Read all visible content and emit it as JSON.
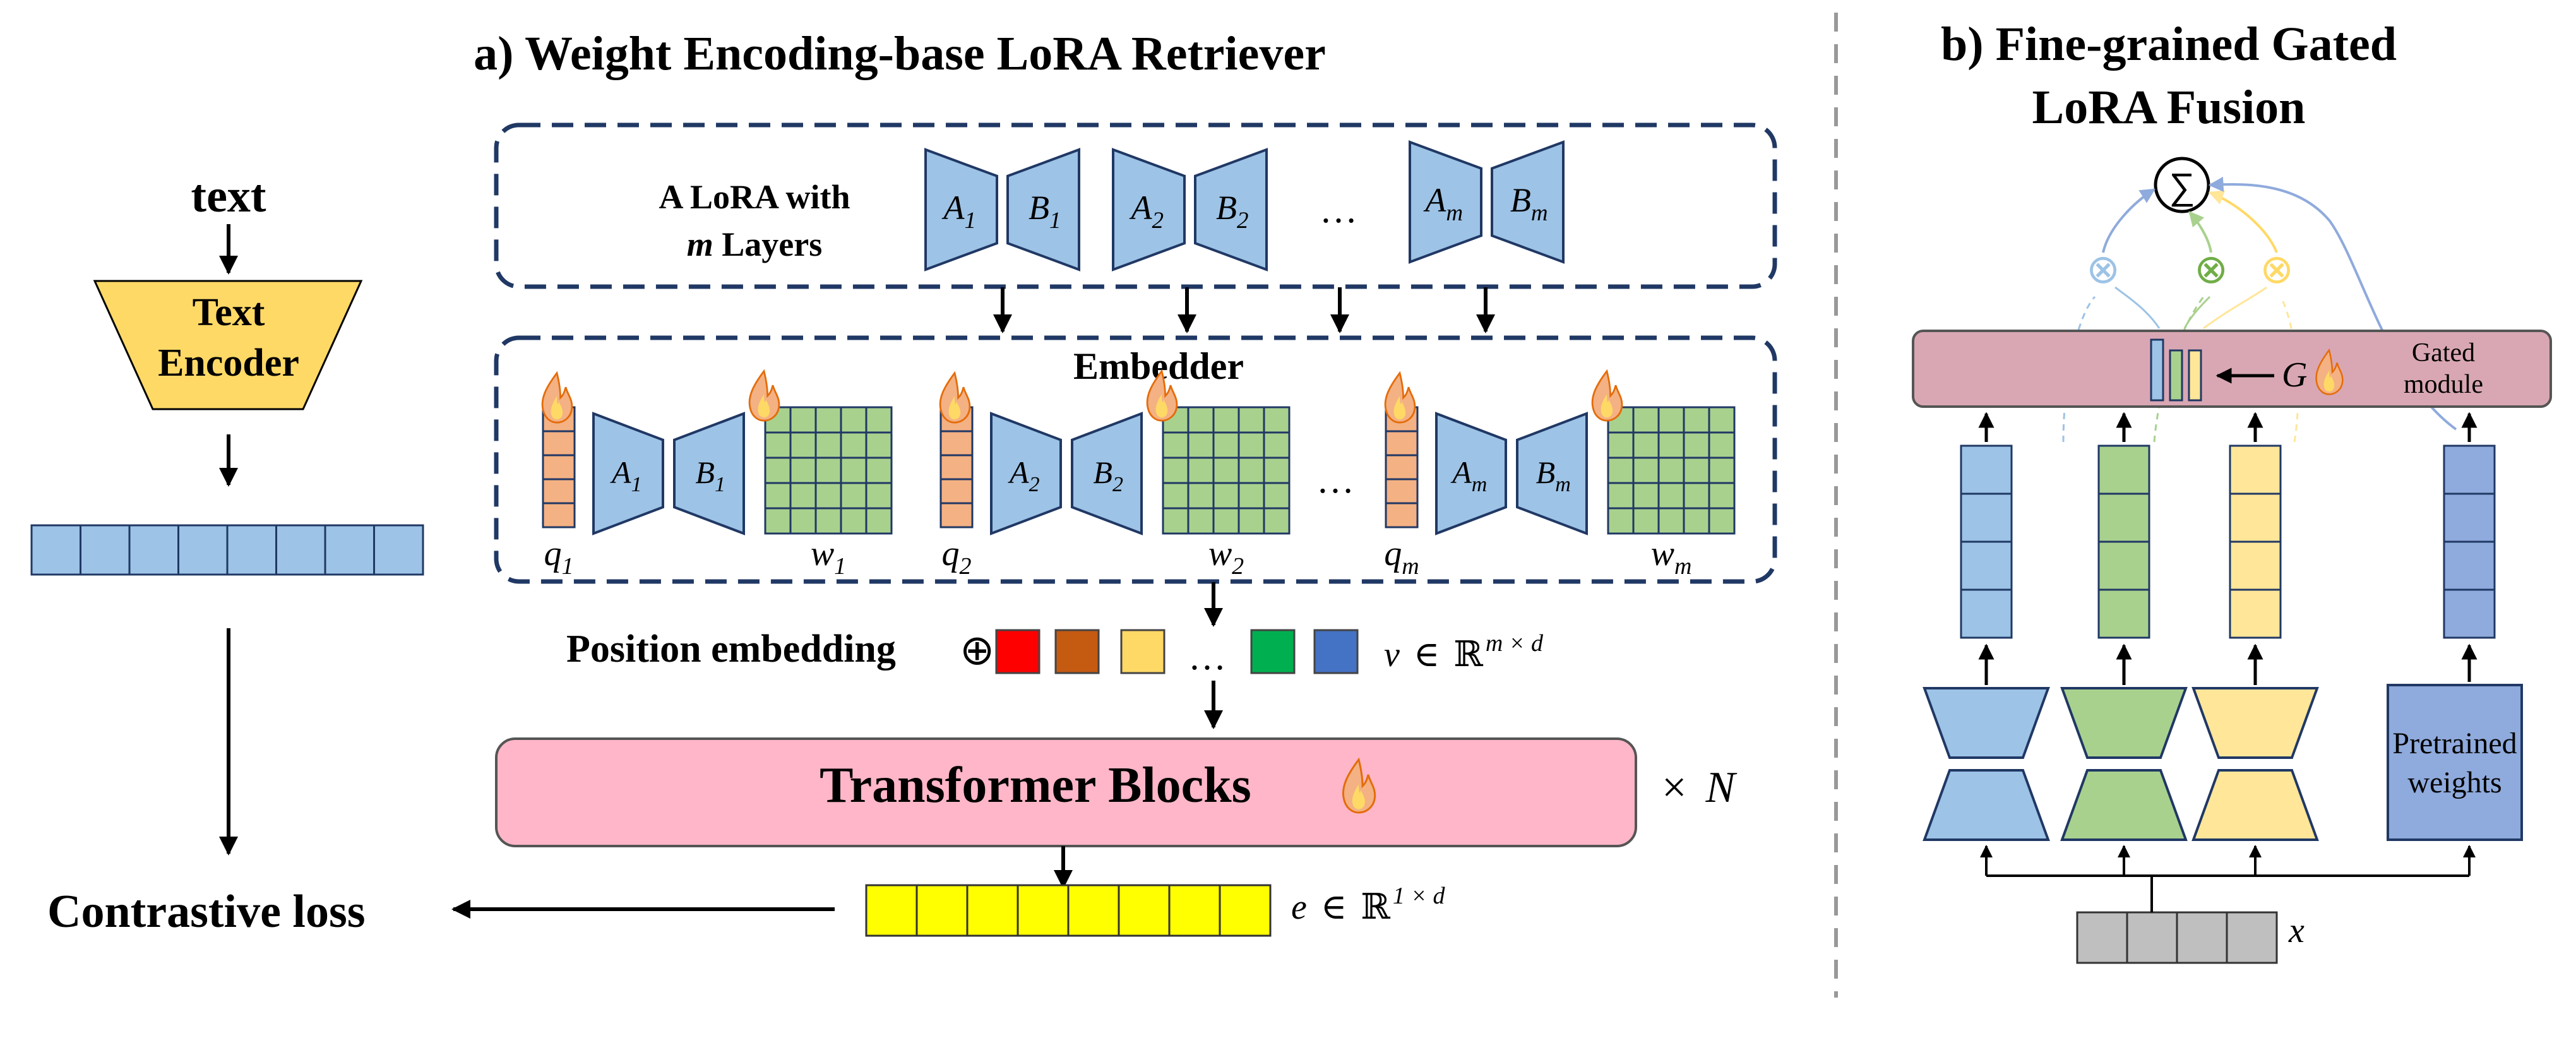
{
  "panel_a": {
    "title": "a) Weight Encoding-base LoRA Retriever",
    "lora_box": {
      "label_line1": "A LoRA with",
      "label_line2_var": "m",
      "label_line2_rest": " Layers",
      "ellipsis": "…",
      "layers": [
        {
          "a": "A",
          "b": "B",
          "sub": "1"
        },
        {
          "a": "A",
          "b": "B",
          "sub": "2"
        },
        {
          "a": "A",
          "b": "B",
          "sub": "m"
        }
      ]
    },
    "embedder": {
      "title": "Embedder",
      "ellipsis": "…",
      "groups": [
        {
          "q": "q",
          "w": "w",
          "a": "A",
          "b": "B",
          "sub": "1"
        },
        {
          "q": "q",
          "w": "w",
          "a": "A",
          "b": "B",
          "sub": "2"
        },
        {
          "q": "q",
          "w": "w",
          "a": "A",
          "b": "B",
          "sub": "m"
        }
      ]
    },
    "position_embedding": {
      "label": "Position embedding",
      "oplus": "⊕",
      "ellipsis": "…",
      "swatch_colors": [
        "#ff0000",
        "#c55a11",
        "#ffd966",
        "#00b050",
        "#4472c4"
      ],
      "v": "v",
      "in": "∈",
      "R": "ℝ",
      "sup": "m × d"
    },
    "transformer": {
      "label": "Transformer Blocks",
      "times": "×",
      "n": "N"
    },
    "output": {
      "e": "e",
      "in": "∈",
      "R": "ℝ",
      "sup": "1 × d"
    }
  },
  "left": {
    "text_label": "text",
    "encoder_line1": "Text",
    "encoder_line2": "Encoder",
    "loss_label": "Contrastive loss"
  },
  "panel_b": {
    "title_line1": "b) Fine-grained Gated",
    "title_line2": "LoRA Fusion",
    "sum_symbol": "∑",
    "otimes": "⊗",
    "gated_line1": "Gated",
    "gated_line2": "module",
    "g_label": "G",
    "pretrained_line1": "Pretrained",
    "pretrained_line2": "weights",
    "x_label": "x"
  },
  "colors": {
    "blue_fill": "#9dc3e6",
    "blue_dark": "#8faadc",
    "green_fill": "#a9d18e",
    "yellow_fill": "#ffe699",
    "orange_fill": "#f4b183",
    "navy": "#203864",
    "pink_fill": "#ffb6c8",
    "gated_fill": "#d9a7b3",
    "encoder_fill": "#ffd966",
    "yellow_bright": "#ffff00",
    "gray_fill": "#bfbfbf"
  }
}
